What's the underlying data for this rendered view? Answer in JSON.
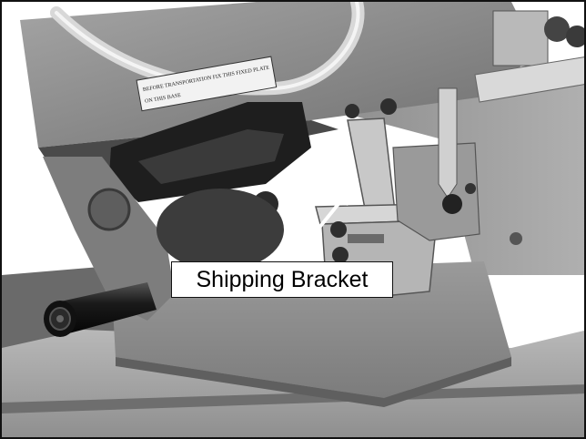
{
  "photo": {
    "label_plate_line1": "BEFORE TRANSPORTATION FIX THIS FIXED PLATE",
    "label_plate_line2": "ON THIS BASE",
    "callout_text": "Shipping Bracket",
    "colors": {
      "frame": "#111111",
      "background_white": "#ffffff",
      "casting_gray": "#8c8c8c",
      "dark_plastic": "#1e1e1e",
      "sheet_metal": "#a9a9a9",
      "arrow": "#ffffff"
    }
  }
}
